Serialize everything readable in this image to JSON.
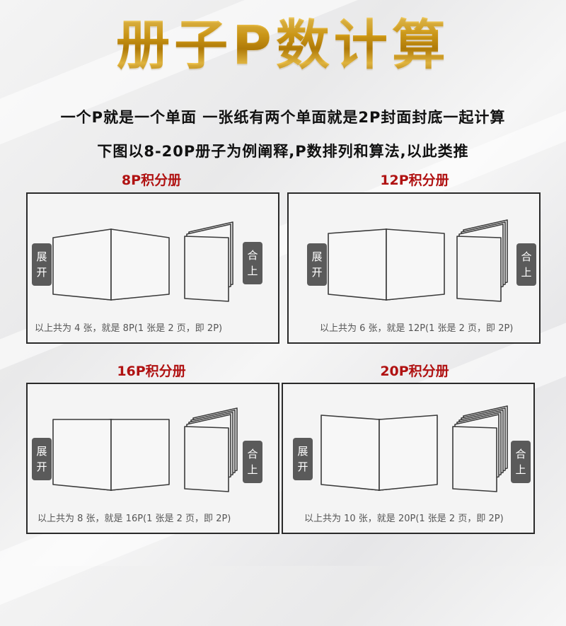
{
  "title": "册子P数计算",
  "subtitle_line1": "一个P就是一个单面  一张纸有两个单面就是2P封面封底一起计算",
  "subtitle_line2": "下图以8-20P册子为例阐释,P数排列和算法,以此类推",
  "tag_open": [
    "展",
    "开"
  ],
  "tag_close": [
    "合",
    "上"
  ],
  "panels": [
    {
      "label": "8P积分册",
      "caption": "以上共为 4 张，就是 8P(1 张是 2 页，即 2P)",
      "sheets": 4
    },
    {
      "label": "12P积分册",
      "caption": "以上共为 6 张，就是 12P(1 张是 2 页，即 2P)",
      "sheets": 6
    },
    {
      "label": "16P积分册",
      "caption": "以上共为 8 张，就是 16P(1 张是 2 页，即 2P)",
      "sheets": 8
    },
    {
      "label": "20P积分册",
      "caption": "以上共为 10 张，就是 20P(1 张是 2 页，即 2P)",
      "sheets": 10
    }
  ],
  "colors": {
    "title_gold": "#d9a31c",
    "label_red": "#b01212",
    "tag_gray": "#5a5a5a"
  }
}
